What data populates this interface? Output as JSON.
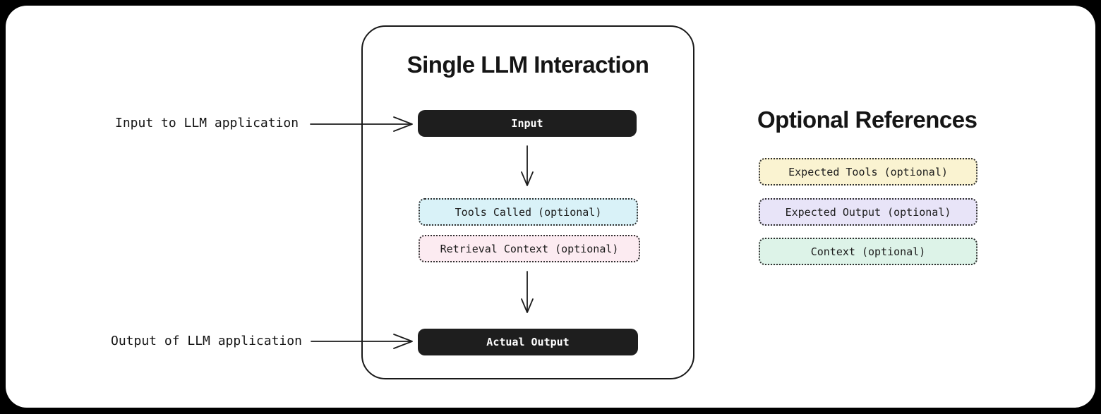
{
  "colors": {
    "page_background": "#000000",
    "card_background": "#ffffff",
    "solid_node_background": "#1e1e1e",
    "solid_node_text": "#ffffff",
    "arrow_stroke": "#1b1b1b"
  },
  "interaction_panel": {
    "title": "Single LLM Interaction",
    "nodes": [
      {
        "label": "Input",
        "style": "solid",
        "bg": "#1e1e1e"
      },
      {
        "label": "Tools Called (optional)",
        "style": "dotted",
        "bg": "#d9f2f8"
      },
      {
        "label": "Retrieval Context (optional)",
        "style": "dotted",
        "bg": "#fcebf1"
      },
      {
        "label": "Actual Output",
        "style": "solid",
        "bg": "#1e1e1e"
      }
    ]
  },
  "annotations": {
    "input_label": "Input to LLM application",
    "output_label": "Output of LLM application"
  },
  "references_panel": {
    "title": "Optional References",
    "items": [
      {
        "label": "Expected Tools (optional)",
        "bg": "#faf3d1"
      },
      {
        "label": "Expected Output (optional)",
        "bg": "#e8e4f8"
      },
      {
        "label": "Context (optional)",
        "bg": "#ddf3e8"
      }
    ]
  }
}
